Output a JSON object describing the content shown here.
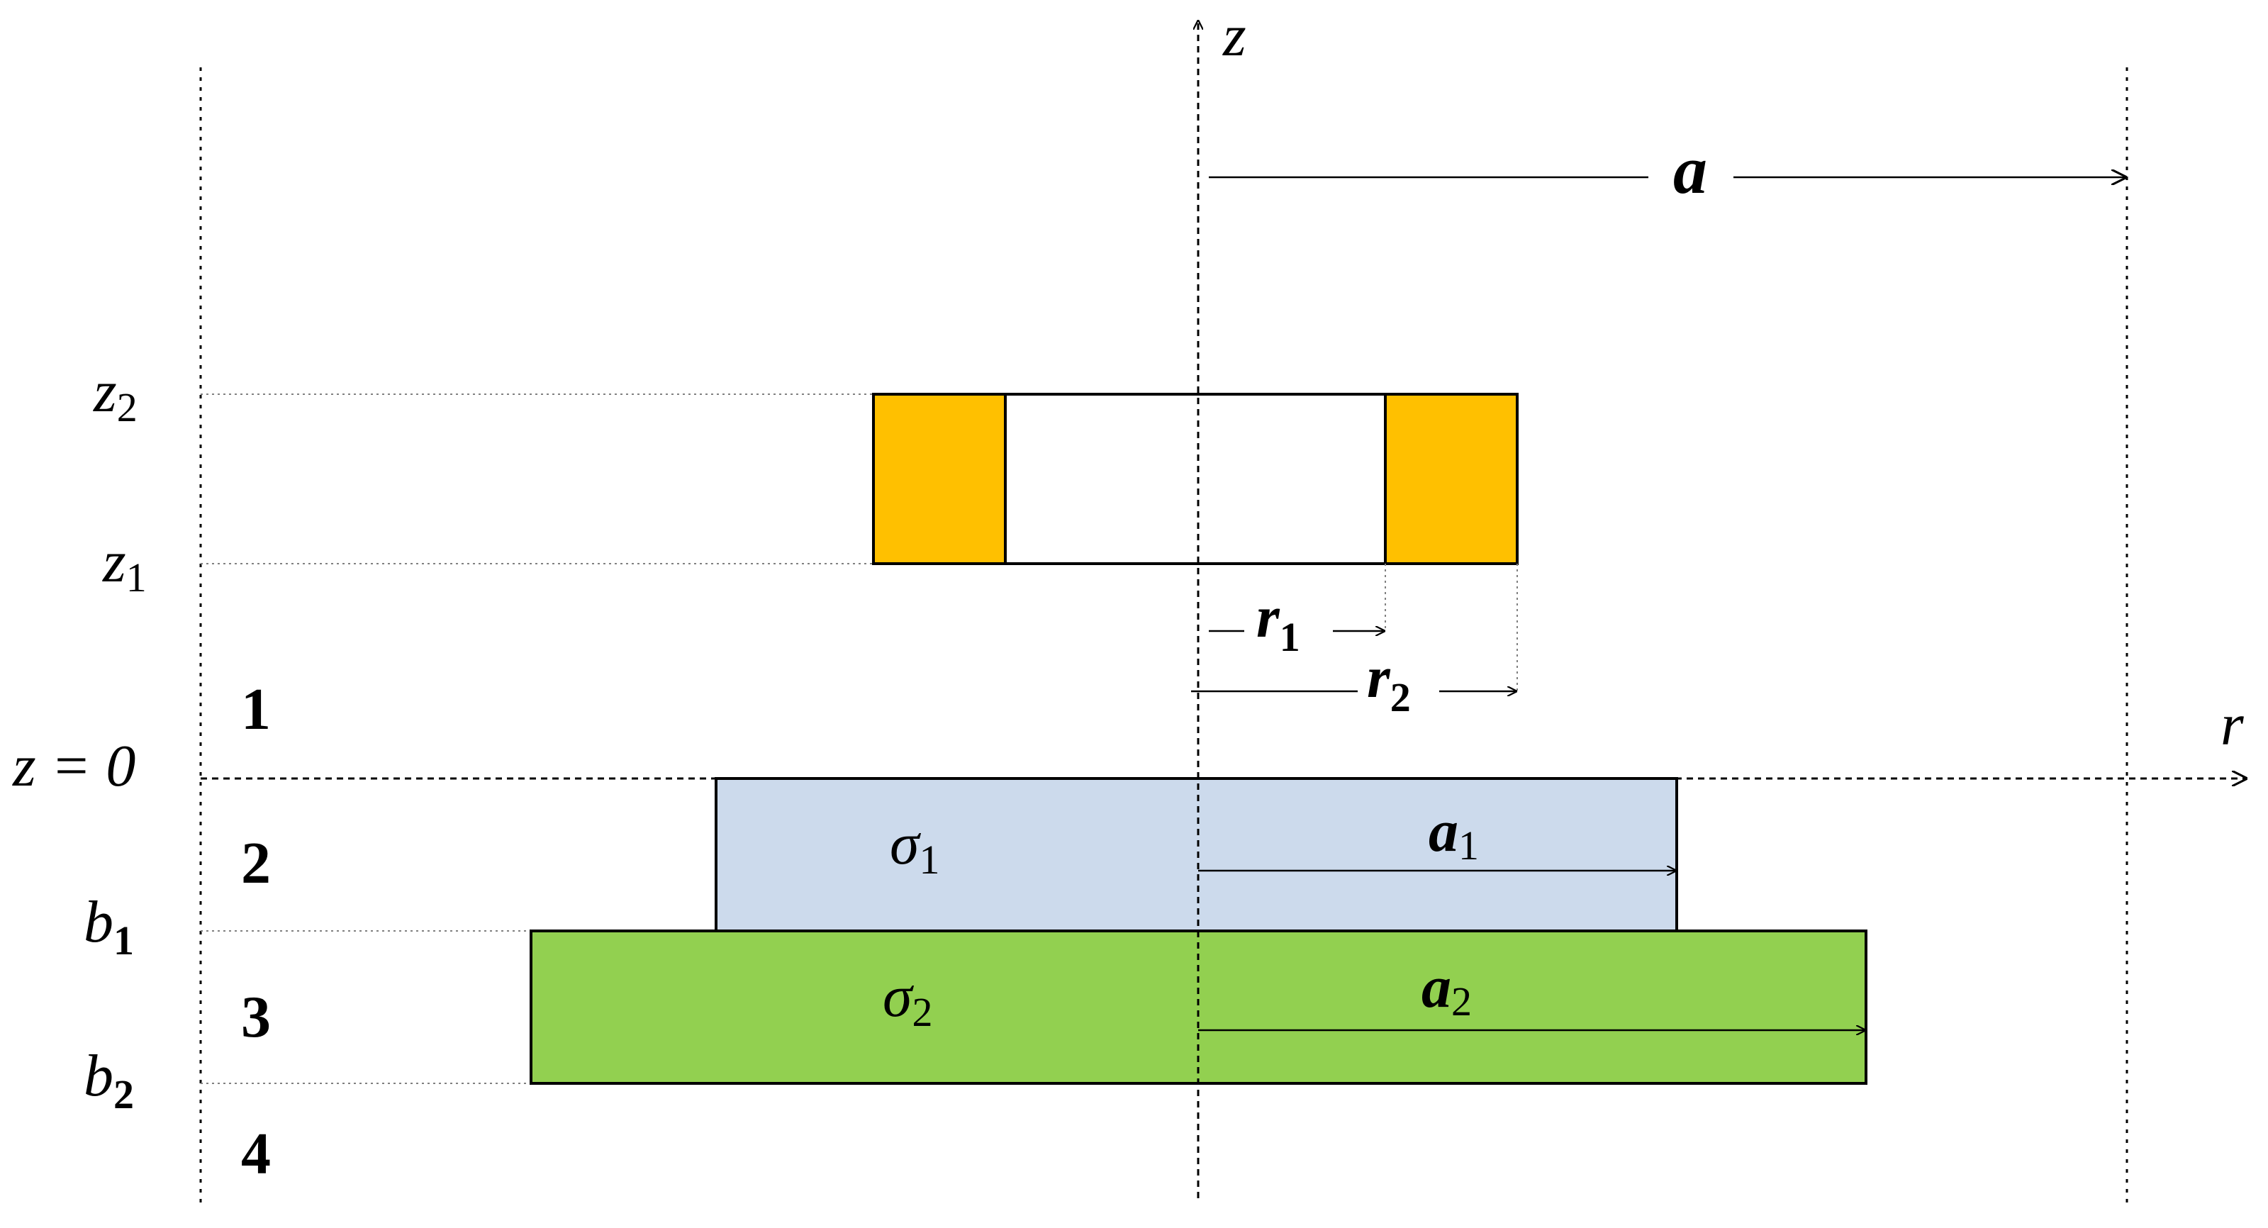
{
  "axes": {
    "z_label": "z",
    "r_label": "r"
  },
  "labels": {
    "z2": {
      "main": "z",
      "sub": "2"
    },
    "z1": {
      "main": "z",
      "sub": "1"
    },
    "z0": "z = 0",
    "b1": {
      "main": "b",
      "sub": "1"
    },
    "b2": {
      "main": "b",
      "sub": "2"
    },
    "a": "a",
    "r1": {
      "main": "r",
      "sub": "1"
    },
    "r2": {
      "main": "r",
      "sub": "2"
    },
    "a1": {
      "main": "a",
      "sub": "1"
    },
    "a2": {
      "main": "a",
      "sub": "2"
    },
    "sigma1": {
      "main": "σ",
      "sub": "1"
    },
    "sigma2": {
      "main": "σ",
      "sub": "2"
    }
  },
  "regions": [
    "1",
    "2",
    "3",
    "4"
  ],
  "colors": {
    "coil": "#FFC000",
    "layer1": "#CCDAEC",
    "layer2": "#92D050",
    "line": "#000000",
    "guide": "#808080"
  }
}
